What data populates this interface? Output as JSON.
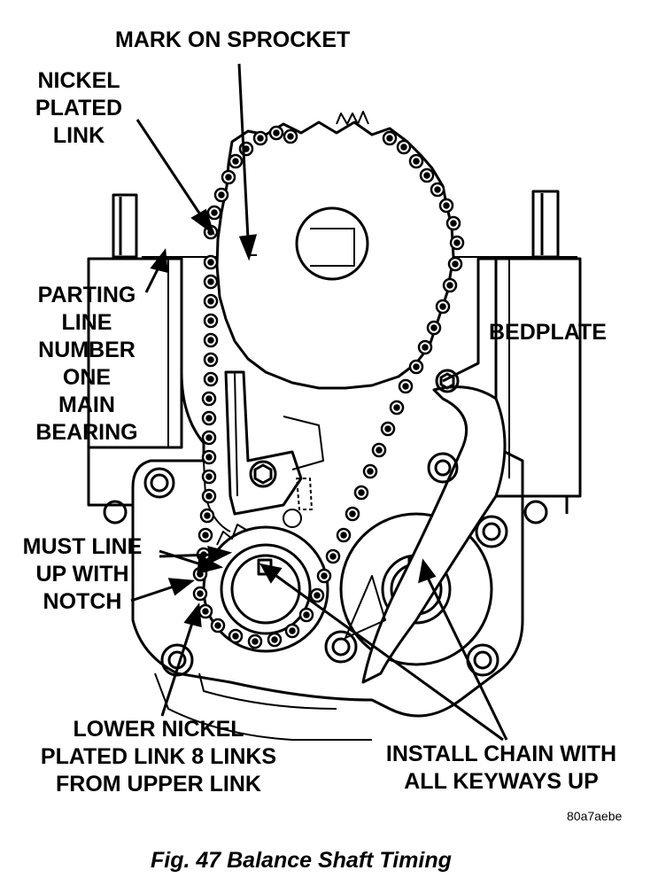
{
  "labels": {
    "mark_on_sprocket": "MARK ON SPROCKET",
    "nickel_plated_link": [
      "NICKEL",
      "PLATED",
      "LINK"
    ],
    "parting_line": [
      "PARTING",
      "LINE",
      "NUMBER",
      "ONE",
      "MAIN",
      "BEARING"
    ],
    "bedplate": "BEDPLATE",
    "must_line_up": [
      "MUST LINE",
      "UP WITH",
      "NOTCH"
    ],
    "lower_nickel": [
      "LOWER NICKEL",
      "PLATED LINK 8 LINKS",
      "FROM UPPER LINK"
    ],
    "install_chain": [
      "INSTALL CHAIN WITH",
      "ALL KEYWAYS UP"
    ]
  },
  "figure_code": "80a7aebe",
  "caption": "Fig. 47 Balance Shaft Timing"
}
